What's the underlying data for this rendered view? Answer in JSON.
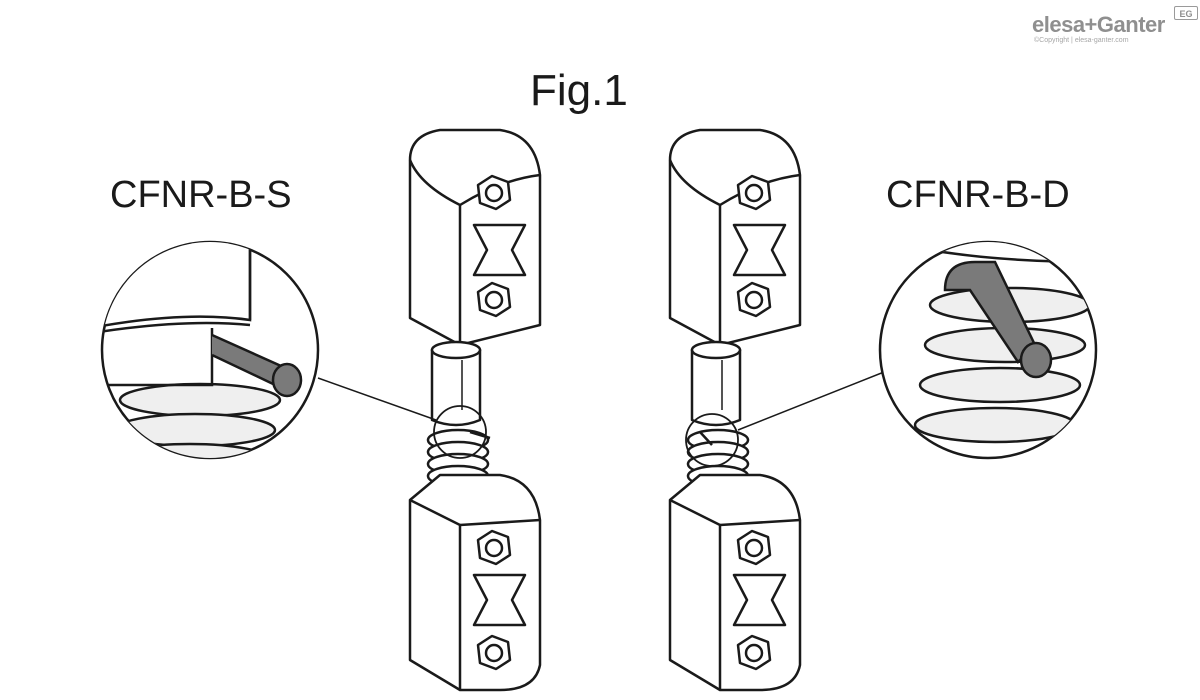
{
  "figure": {
    "title": "Fig.1",
    "variants": [
      {
        "code": "CFNR-B-S",
        "side": "left"
      },
      {
        "code": "CFNR-B-D",
        "side": "right"
      }
    ]
  },
  "brand": {
    "name": "elesa+Ganter",
    "badge": "EG",
    "copyright": "©Copyright | elesa-ganter.com"
  },
  "colors": {
    "line": "#1a1a1a",
    "pin": "#7a7a7a",
    "spring_fill": "#e9e9e9",
    "body_fill": "#ffffff"
  }
}
